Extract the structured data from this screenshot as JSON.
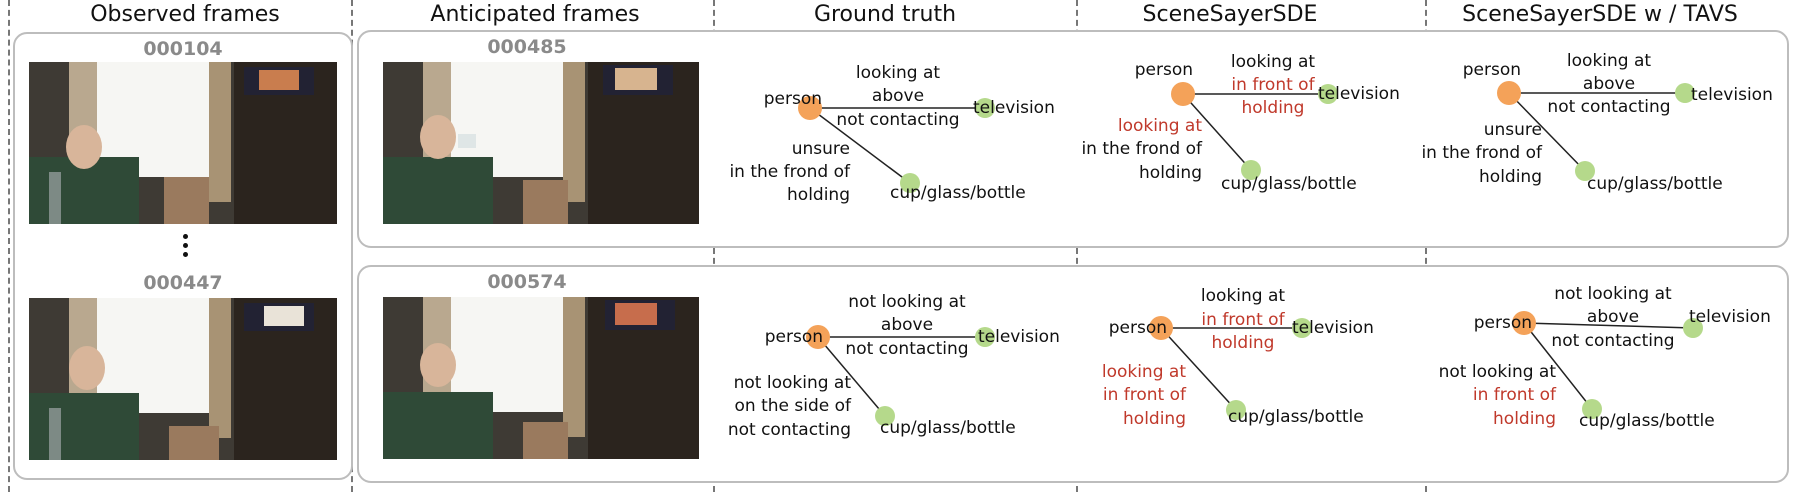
{
  "columns": {
    "observed": "Observed frames",
    "anticipated": "Anticipated frames",
    "ground_truth": "Ground truth",
    "scenesayer": "SceneSayerSDE",
    "tavs": "SceneSayerSDE w / TAVS"
  },
  "observed_frames": [
    "000104",
    "000447"
  ],
  "anticipated_frames": [
    "000485",
    "000574"
  ],
  "node_labels": {
    "subject": "person",
    "object_tv": "television",
    "object_cup": "cup/glass/bottle"
  },
  "colors": {
    "subject_node": "#f4a259",
    "object_node": "#b5d98b",
    "error_text": "#c0392b",
    "panel_border": "#bdbdbd",
    "divider": "#777777"
  },
  "graphs": {
    "row1": {
      "gt": {
        "tv": [
          "looking at",
          "above",
          "not contacting"
        ],
        "cup": [
          "unsure",
          "in the frond of",
          "holding"
        ]
      },
      "sds": {
        "tv": [
          "looking at",
          "in front of",
          "holding"
        ],
        "cup": [
          "looking at",
          "in the frond of",
          "holding"
        ]
      },
      "tavs": {
        "tv": [
          "looking at",
          "above",
          "not contacting"
        ],
        "cup": [
          "unsure",
          "in the frond of",
          "holding"
        ]
      }
    },
    "row2": {
      "gt": {
        "tv": [
          "not looking at",
          "above",
          "not contacting"
        ],
        "cup": [
          "not looking at",
          "on the side of",
          "not contacting"
        ]
      },
      "sds": {
        "tv": [
          "looking at",
          "in front of",
          "holding"
        ],
        "cup": [
          "looking at",
          "in front of",
          "holding"
        ]
      },
      "tavs": {
        "tv": [
          "not looking at",
          "above",
          "not contacting"
        ],
        "cup": [
          "not looking at",
          "in front of",
          "holding"
        ]
      }
    }
  }
}
